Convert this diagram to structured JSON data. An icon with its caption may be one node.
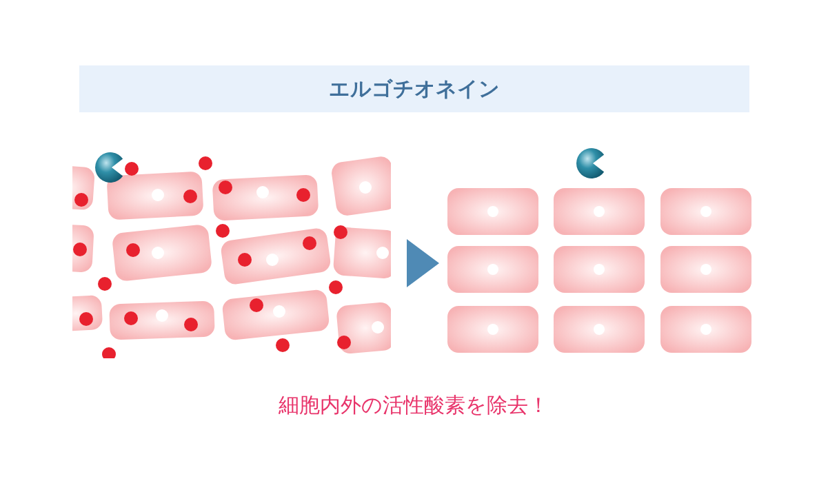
{
  "diagram": {
    "title": "エルゴチオネイン",
    "caption": "細胞内外の活性酸素を除去！",
    "nodes": [
      {
        "text": [],
        "shape": "picture"
      },
      {
        "text": [],
        "shape": "picture"
      }
    ],
    "edges": [
      {
        "from": 0,
        "to": 1,
        "arrow": "to"
      }
    ]
  }
}
